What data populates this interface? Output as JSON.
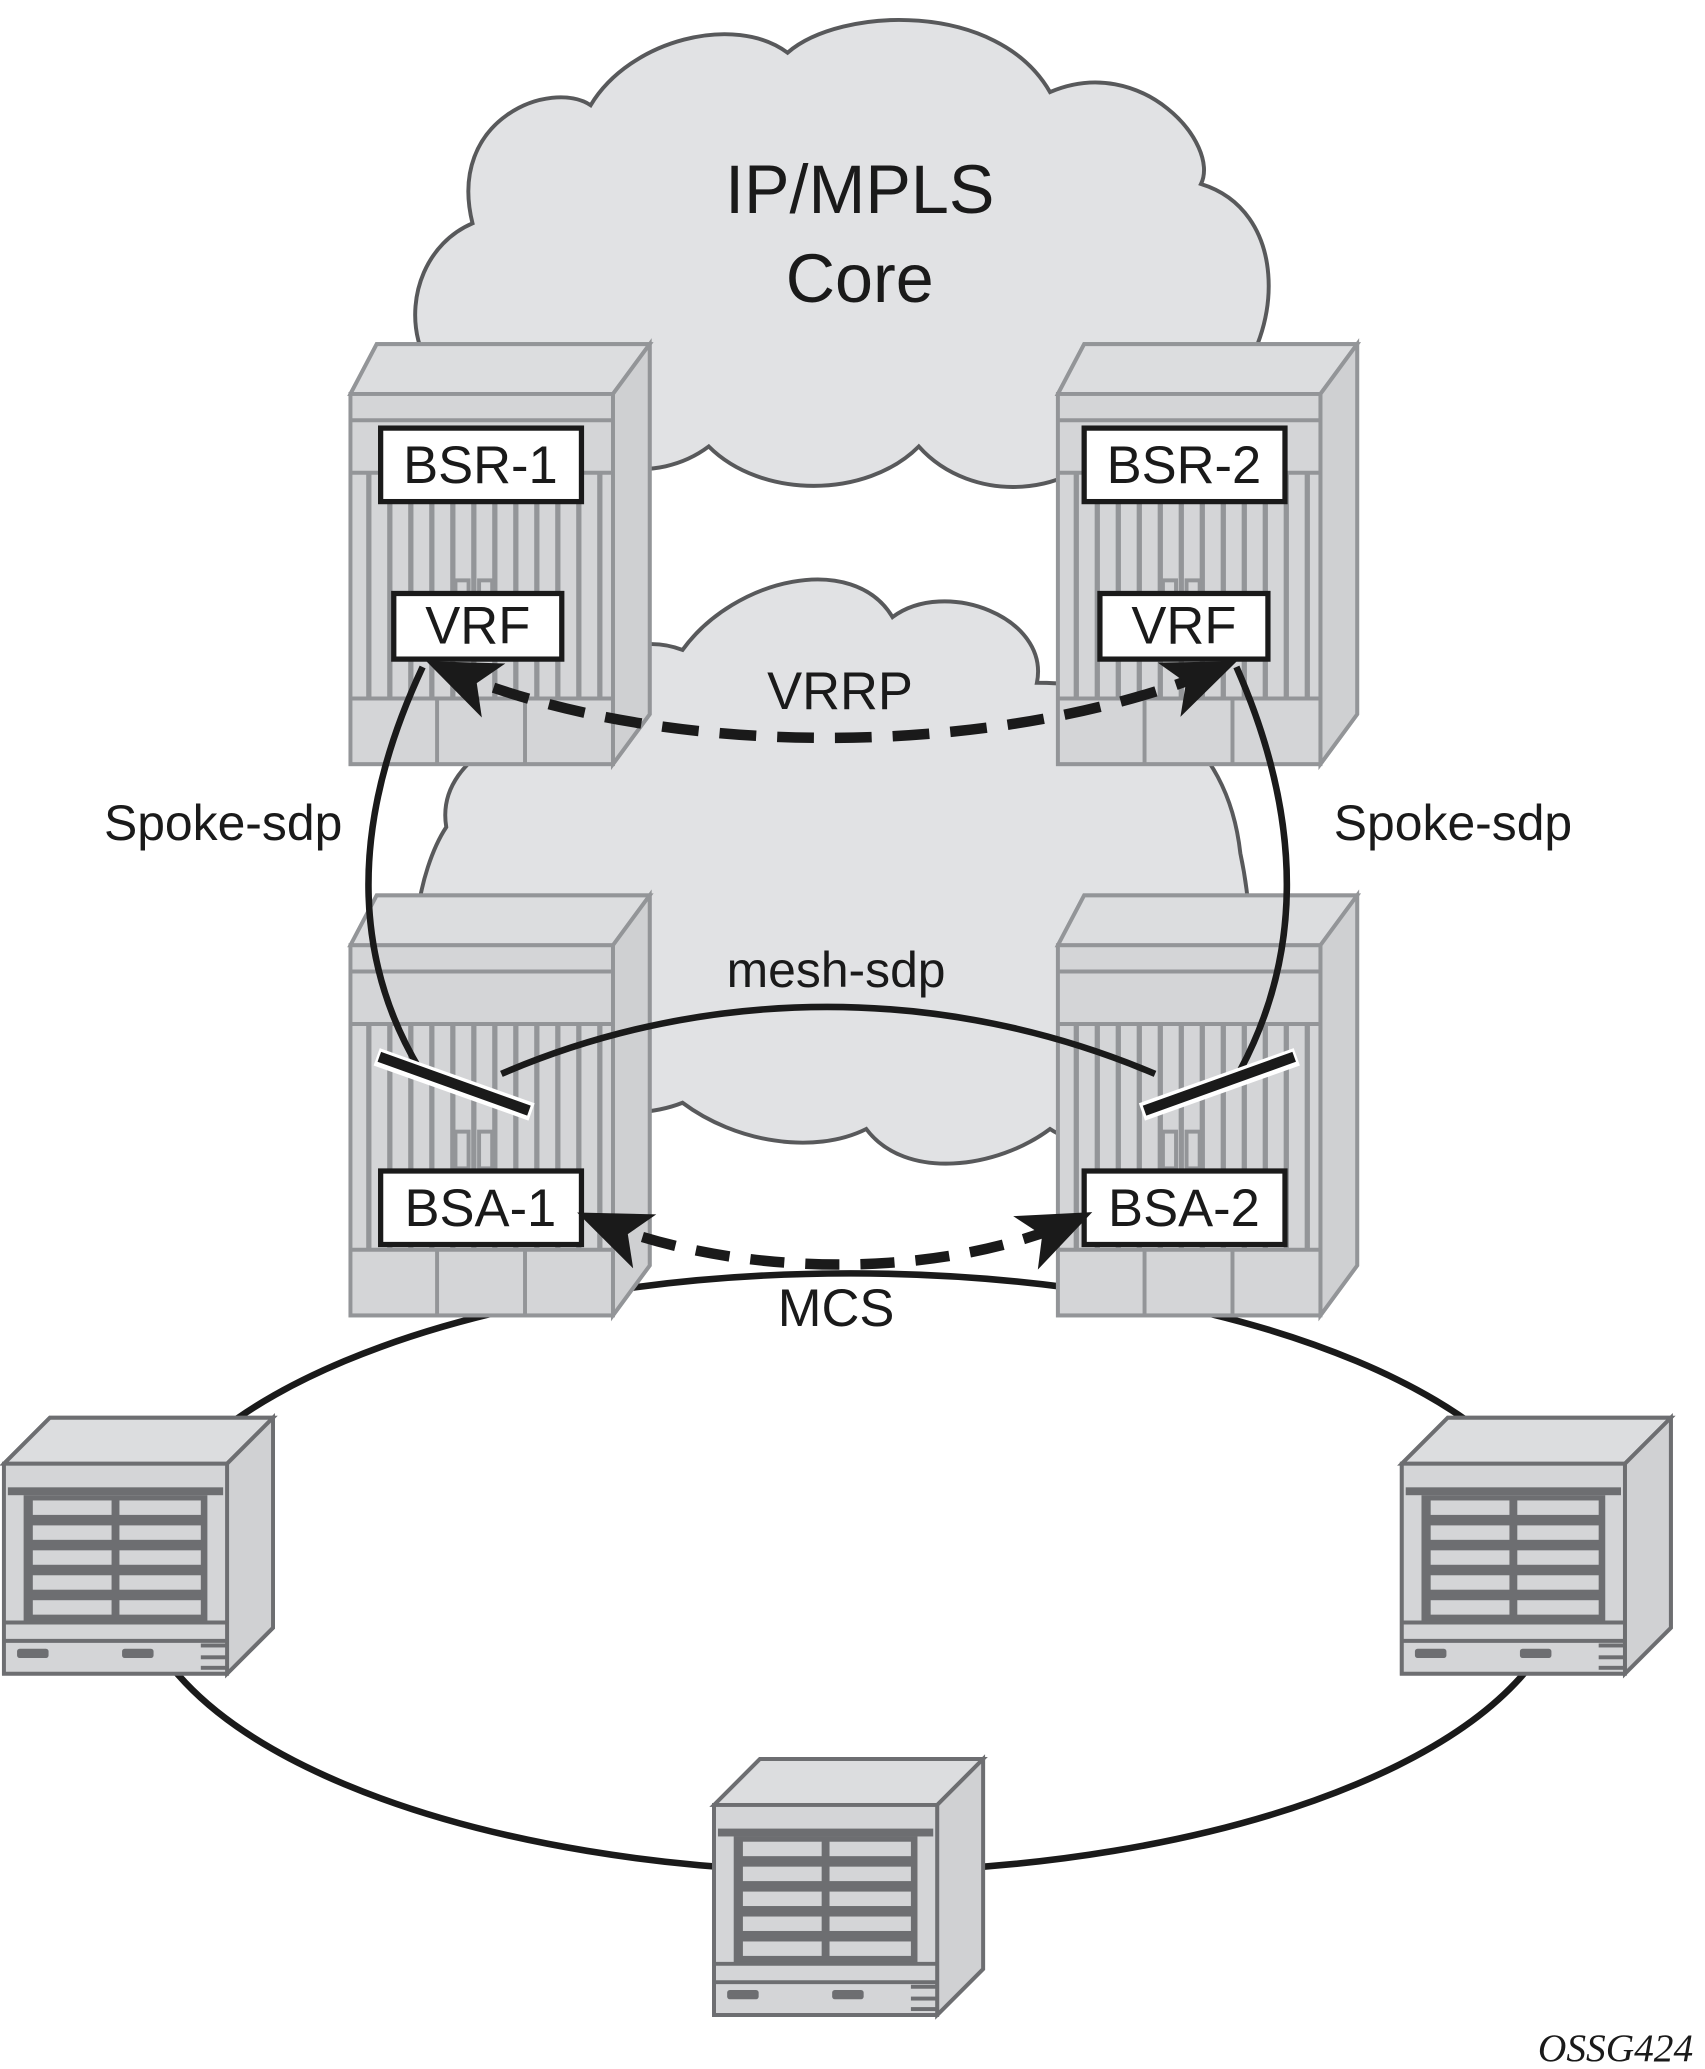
{
  "diagram": {
    "core_cloud": {
      "line1": "IP/MPLS",
      "line2": "Core"
    },
    "routers": {
      "bsr1": {
        "label": "BSR-1",
        "vrf": "VRF"
      },
      "bsr2": {
        "label": "BSR-2",
        "vrf": "VRF"
      },
      "bsa1": {
        "label": "BSA-1"
      },
      "bsa2": {
        "label": "BSA-2"
      }
    },
    "links": {
      "vrrp": "VRRP",
      "spoke_left": "Spoke-sdp",
      "spoke_right": "Spoke-sdp",
      "mesh": "mesh-sdp",
      "mcs": "MCS"
    },
    "figure_id": "OSSG424",
    "colors": {
      "cloud_fill": "#e1e2e4",
      "cloud_stroke": "#58595b",
      "device_fill": "#d4d5d7",
      "device_stroke": "#939598",
      "line": "#1a1a1a"
    }
  }
}
